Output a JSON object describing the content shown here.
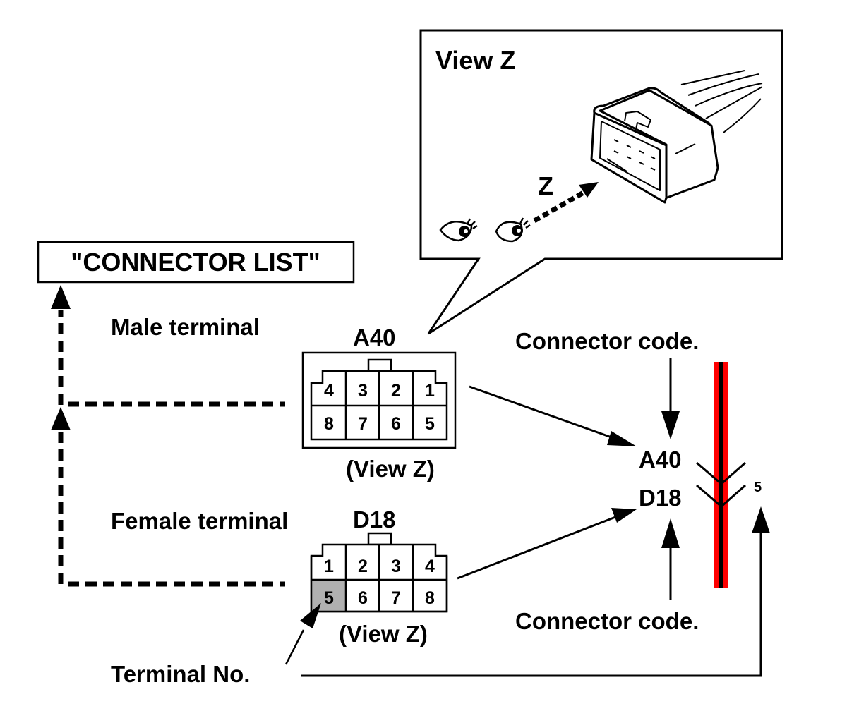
{
  "view_panel": {
    "title": "View Z",
    "arrow_label": "Z",
    "eye_icons": [
      "eye-icon",
      "eye-icon"
    ]
  },
  "connector_list": {
    "label": "\"CONNECTOR LIST\""
  },
  "male": {
    "label": "Male terminal",
    "code": "A40",
    "view_caption": "(View Z)",
    "pins_top": [
      "4",
      "3",
      "2",
      "1"
    ],
    "pins_bottom": [
      "8",
      "7",
      "6",
      "5"
    ]
  },
  "female": {
    "label": "Female terminal",
    "code": "D18",
    "view_caption": "(View Z)",
    "pins_top": [
      "1",
      "2",
      "3",
      "4"
    ],
    "pins_bottom": [
      "5",
      "6",
      "7",
      "8"
    ],
    "highlighted_pin": "5"
  },
  "wire_diagram": {
    "connector_code_top_label": "Connector code.",
    "connector_code_bottom_label": "Connector code.",
    "code_upper": "A40",
    "code_lower": "D18",
    "terminal_number": "5",
    "wire_colors": {
      "outer": "#ff0000",
      "inner": "#000000"
    }
  },
  "terminal_no": {
    "label": "Terminal No."
  },
  "colors": {
    "highlight_fill": "#b0b0b0",
    "line": "#000000",
    "background": "#ffffff"
  }
}
